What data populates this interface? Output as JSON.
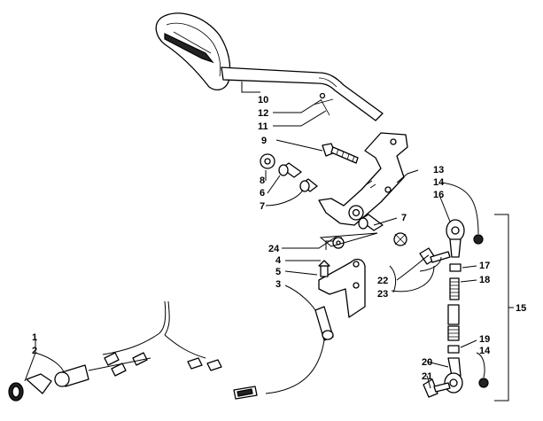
{
  "callouts": [
    {
      "id": "c1",
      "text": "1"
    },
    {
      "id": "c2",
      "text": "2"
    },
    {
      "id": "c3",
      "text": "3"
    },
    {
      "id": "c4",
      "text": "4"
    },
    {
      "id": "c5",
      "text": "5"
    },
    {
      "id": "c6",
      "text": "6"
    },
    {
      "id": "c7a",
      "text": "7"
    },
    {
      "id": "c7b",
      "text": "7"
    },
    {
      "id": "c8",
      "text": "8"
    },
    {
      "id": "c9",
      "text": "9"
    },
    {
      "id": "c10",
      "text": "10"
    },
    {
      "id": "c11",
      "text": "11"
    },
    {
      "id": "c12",
      "text": "12"
    },
    {
      "id": "c13",
      "text": "13"
    },
    {
      "id": "c14a",
      "text": "14"
    },
    {
      "id": "c14b",
      "text": "14"
    },
    {
      "id": "c15",
      "text": "15"
    },
    {
      "id": "c16",
      "text": "16"
    },
    {
      "id": "c17",
      "text": "17"
    },
    {
      "id": "c18",
      "text": "18"
    },
    {
      "id": "c19",
      "text": "19"
    },
    {
      "id": "c20",
      "text": "20"
    },
    {
      "id": "c21",
      "text": "21"
    },
    {
      "id": "c22",
      "text": "22"
    },
    {
      "id": "c23",
      "text": "23"
    },
    {
      "id": "c24",
      "text": "24"
    }
  ],
  "icons": {
    "pedal": "brake-pedal-icon",
    "bracket": "pivot-bracket-icon",
    "switch": "brake-switch-icon",
    "harness": "wiring-harness-icon",
    "linkage": "rod-end-linkage-icon"
  }
}
